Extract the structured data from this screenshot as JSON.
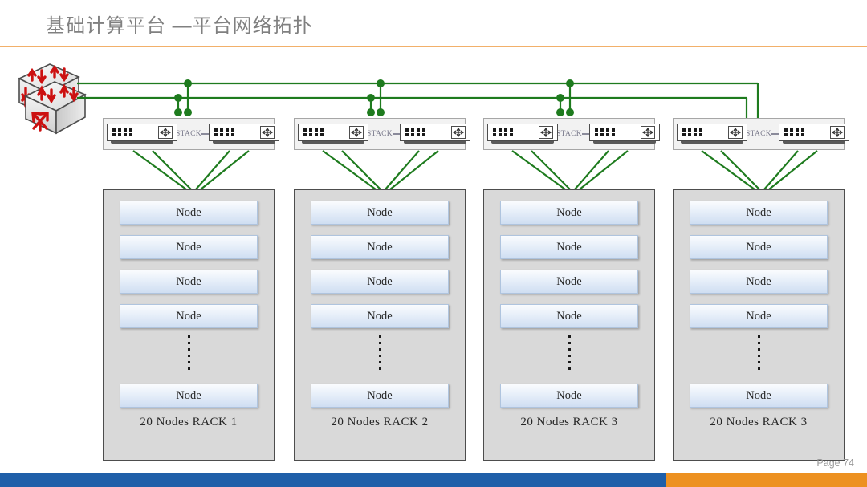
{
  "slide": {
    "title": "基础计算平台 —平台网络拓扑",
    "page_number": "Page 74",
    "title_rule_color": "#F2B06A",
    "footer_blue": "#1F5FA9",
    "footer_orange": "#ED9121",
    "cable_color": "#1E7B1E"
  },
  "core": {
    "name": "core-switch-router",
    "icon": "multilayer-switch-cube-icon"
  },
  "stacks": [
    {
      "label": "STACK",
      "switch_left": "switch-icon",
      "switch_right": "switch-icon"
    },
    {
      "label": "STACK",
      "switch_left": "switch-icon",
      "switch_right": "switch-icon"
    },
    {
      "label": "STACK",
      "switch_left": "switch-icon",
      "switch_right": "switch-icon"
    },
    {
      "label": "STACK",
      "switch_left": "switch-icon",
      "switch_right": "switch-icon"
    }
  ],
  "racks": [
    {
      "label": "20 Nodes RACK 1",
      "nodes": [
        "Node",
        "Node",
        "Node",
        "Node",
        "Node"
      ],
      "ellipsis_dots": 6
    },
    {
      "label": "20 Nodes RACK 2",
      "nodes": [
        "Node",
        "Node",
        "Node",
        "Node",
        "Node"
      ],
      "ellipsis_dots": 6
    },
    {
      "label": "20 Nodes RACK 3",
      "nodes": [
        "Node",
        "Node",
        "Node",
        "Node",
        "Node"
      ],
      "ellipsis_dots": 6
    },
    {
      "label": "20 Nodes RACK 3",
      "nodes": [
        "Node",
        "Node",
        "Node",
        "Node",
        "Node"
      ],
      "ellipsis_dots": 6
    }
  ]
}
